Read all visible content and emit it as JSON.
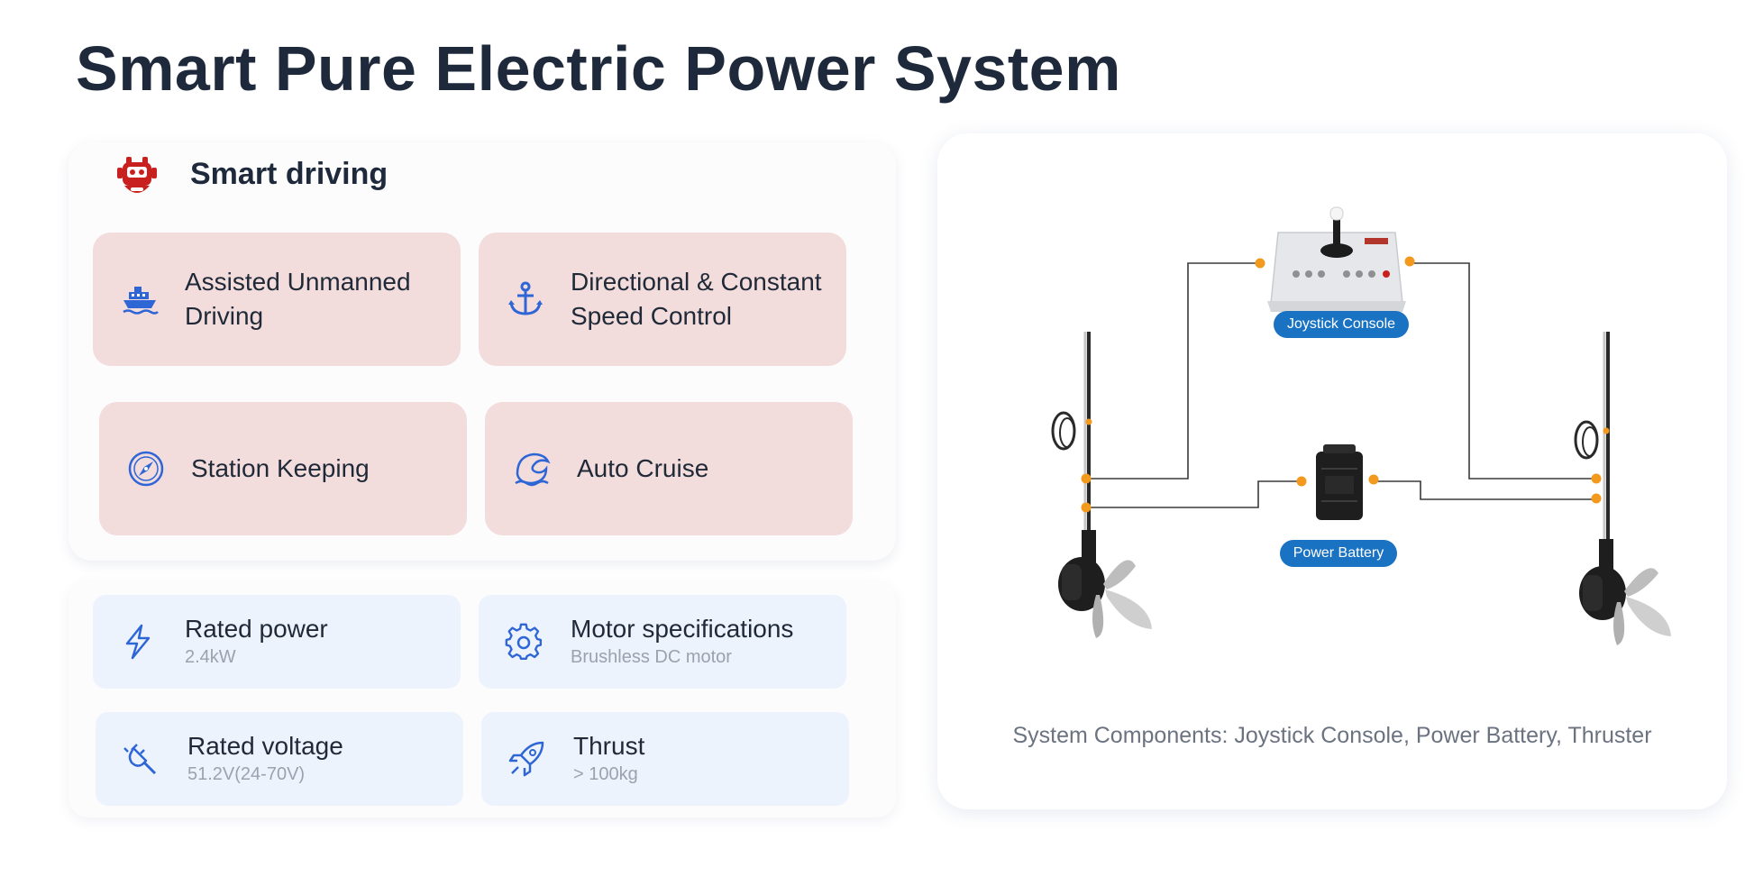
{
  "page": {
    "title": "Smart Pure Electric Power System"
  },
  "smart_driving": {
    "title": "Smart driving",
    "icon": "robot-head-icon",
    "features": [
      {
        "label": "Assisted Unmanned Driving",
        "icon": "ship-icon"
      },
      {
        "label": "Directional & Constant Speed Control",
        "icon": "anchor-icon"
      },
      {
        "label": "Station Keeping",
        "icon": "compass-icon"
      },
      {
        "label": "Auto Cruise",
        "icon": "wave-icon"
      }
    ]
  },
  "specs": [
    {
      "label": "Rated power",
      "value": "2.4kW",
      "icon": "lightning-icon"
    },
    {
      "label": "Motor specifications",
      "value": "Brushless DC motor",
      "icon": "gear-icon"
    },
    {
      "label": "Rated voltage",
      "value": "51.2V(24-70V)",
      "icon": "plug-icon"
    },
    {
      "label": "Thrust",
      "value": "> 100kg",
      "icon": "rocket-icon"
    }
  ],
  "diagram": {
    "components": [
      {
        "label": "Joystick Console",
        "icon": "joystick-console-icon"
      },
      {
        "label": "Power Battery",
        "icon": "battery-box-icon"
      }
    ],
    "caption": "System Components: Joystick Console, Power Battery, Thruster"
  },
  "colors": {
    "title": "#1e2a3b",
    "feature_card": "#f2dcdc",
    "spec_card": "#edf3fd",
    "icon_blue": "#2f66d6",
    "pill_blue": "#1a73c2",
    "connector_orange": "#f39a1e",
    "robot_red": "#c8201e"
  }
}
